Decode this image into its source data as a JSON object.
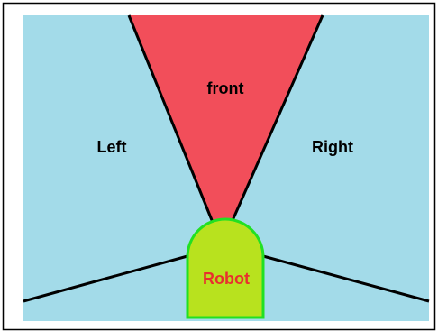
{
  "zones": {
    "front": "front",
    "left": "Left",
    "right": "Right"
  },
  "robot": {
    "label": "Robot"
  },
  "colors": {
    "left_right_zone": "#a3dbe9",
    "front_zone": "#f24e5a",
    "robot_fill": "#b8e21e",
    "robot_outline": "#22e022",
    "robot_text": "#e8302e",
    "zone_text": "#000000",
    "boundary_lines": "#000000",
    "frame": "#000000"
  }
}
